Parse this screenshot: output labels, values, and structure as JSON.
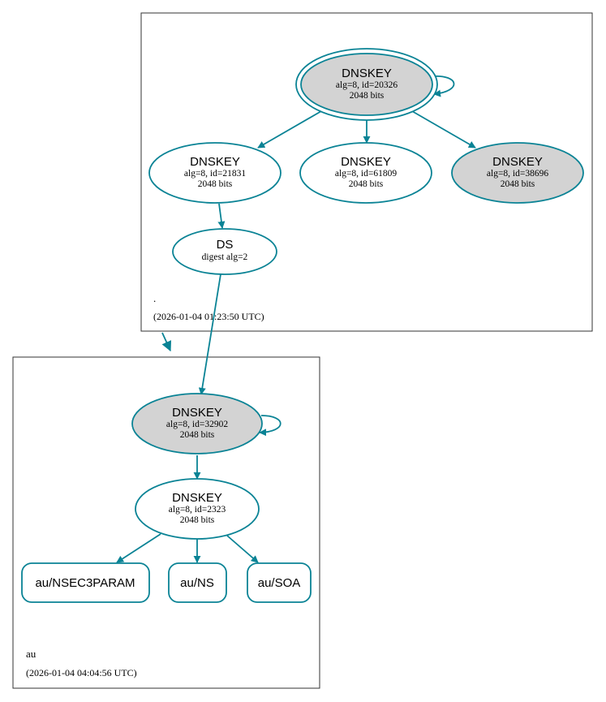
{
  "zones": {
    "root": {
      "name": ".",
      "timestamp": "(2026-01-04 01:23:50 UTC)"
    },
    "au": {
      "name": "au",
      "timestamp": "(2026-01-04 04:04:56 UTC)"
    }
  },
  "nodes": {
    "root_ksk": {
      "title": "DNSKEY",
      "line1": "alg=8, id=20326",
      "line2": "2048 bits"
    },
    "root_zsk1": {
      "title": "DNSKEY",
      "line1": "alg=8, id=21831",
      "line2": "2048 bits"
    },
    "root_zsk2": {
      "title": "DNSKEY",
      "line1": "alg=8, id=61809",
      "line2": "2048 bits"
    },
    "root_key3": {
      "title": "DNSKEY",
      "line1": "alg=8, id=38696",
      "line2": "2048 bits"
    },
    "ds": {
      "title": "DS",
      "line1": "digest alg=2"
    },
    "au_ksk": {
      "title": "DNSKEY",
      "line1": "alg=8, id=32902",
      "line2": "2048 bits"
    },
    "au_zsk": {
      "title": "DNSKEY",
      "line1": "alg=8, id=2323",
      "line2": "2048 bits"
    }
  },
  "rrsets": {
    "nsec3param": "au/NSEC3PARAM",
    "ns": "au/NS",
    "soa": "au/SOA"
  },
  "colors": {
    "edge": "#0a8395",
    "grey_fill": "#d3d3d3",
    "zone_border": "#333333"
  }
}
